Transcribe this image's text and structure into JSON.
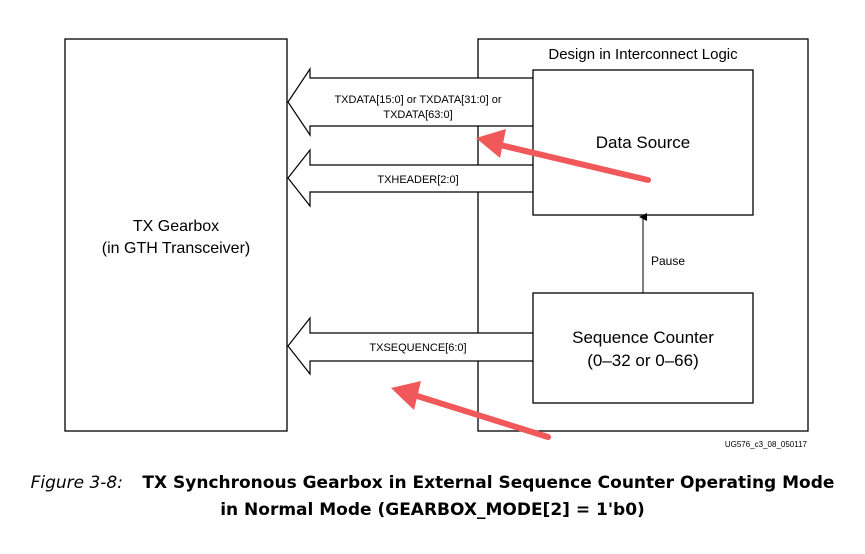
{
  "diagram": {
    "gearbox": {
      "title": "TX Gearbox",
      "subtitle": "(in GTH Transceiver)"
    },
    "logic_region": {
      "title": "Design in Interconnect Logic"
    },
    "data_source": {
      "label": "Data Source"
    },
    "sequence_counter": {
      "label": "Sequence Counter",
      "range": "(0–32 or 0–66)"
    },
    "pause_label": "Pause",
    "buses": {
      "txdata_line1": "TXDATA[15:0] or TXDATA[31:0] or",
      "txdata_line2": "TXDATA[63:0]",
      "txheader": "TXHEADER[2:0]",
      "txsequence": "TXSEQUENCE[6:0]"
    },
    "figure_id": "UG576_c3_08_050117",
    "colors": {
      "annotation_arrow": "#f0585a",
      "outline": "#000000"
    }
  },
  "caption": {
    "label": "Figure 3-8:",
    "title_line1": "TX Synchronous Gearbox in External Sequence Counter Operating Mode",
    "title_line2": "in Normal Mode (GEARBOX_MODE[2] = 1'b0)"
  }
}
